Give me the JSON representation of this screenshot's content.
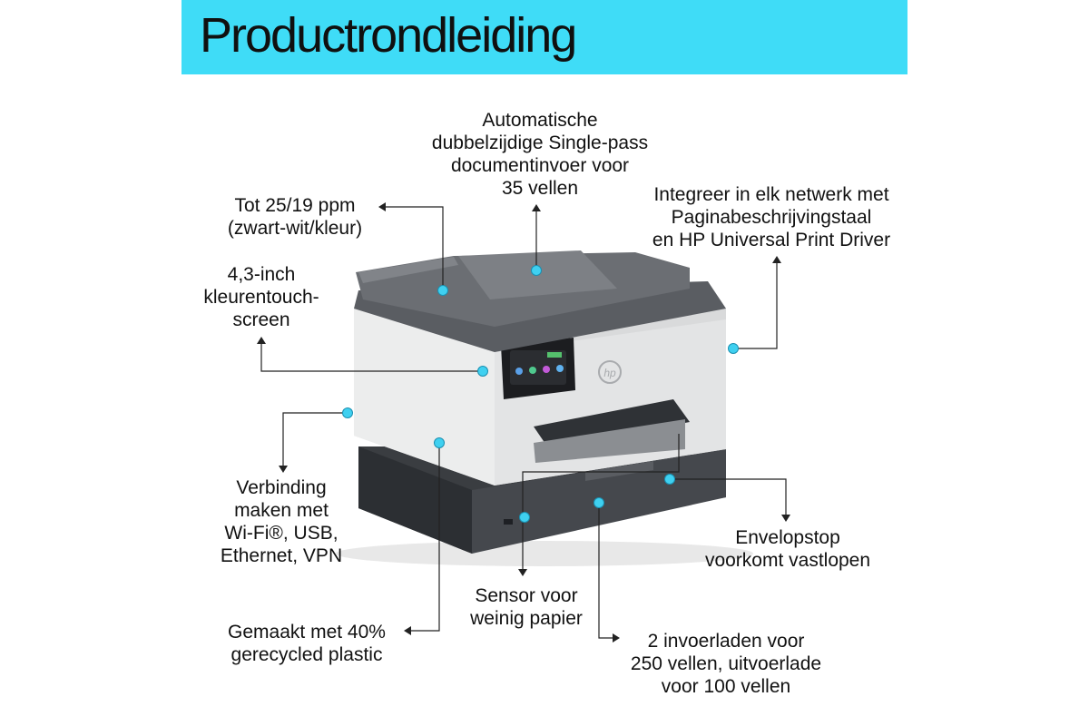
{
  "header": {
    "title": "Productrondleiding",
    "background_color": "#3fdcf7"
  },
  "accent_color": "#3fd0f0",
  "callouts": {
    "adf": "Automatische\ndubbelzijdige Single-pass\ndocumentinvoer voor\n35 vellen",
    "speed": "Tot 25/19 ppm\n(zwart-wit/kleur)",
    "network": "Integreer in elk netwerk met\nPaginabeschrijvingstaal\nen HP Universal Print Driver",
    "touchscreen": "4,3-inch\nkleurentouch-\nscreen",
    "connectivity": "Verbinding\nmaken met\nWi-Fi®, USB,\nEthernet, VPN",
    "envelope": "Envelopstop\nvoorkomt vastlopen",
    "sensor": "Sensor voor\nweinig papier",
    "recycled": "Gemaakt met 40%\ngerecycled plastic",
    "trays": "2 invoerladen voor\n250 vellen, uitvoerlade\nvoor 100 vellen"
  },
  "printer": {
    "brand_logo": "hp",
    "image_name": "hp-officejet-pro-printer"
  }
}
